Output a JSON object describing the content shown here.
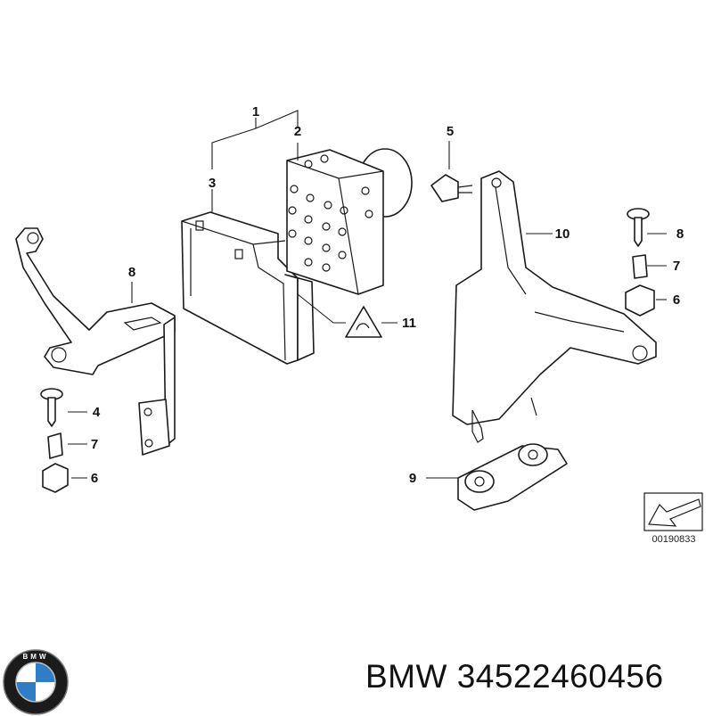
{
  "diagram": {
    "callouts": [
      "1",
      "2",
      "3",
      "4",
      "5",
      "6",
      "6",
      "7",
      "7",
      "8",
      "8",
      "9",
      "10",
      "11"
    ],
    "reference_code": "00190833"
  },
  "brand": {
    "logo_lettering": "BMW",
    "caption": "BMW 34522460456"
  }
}
